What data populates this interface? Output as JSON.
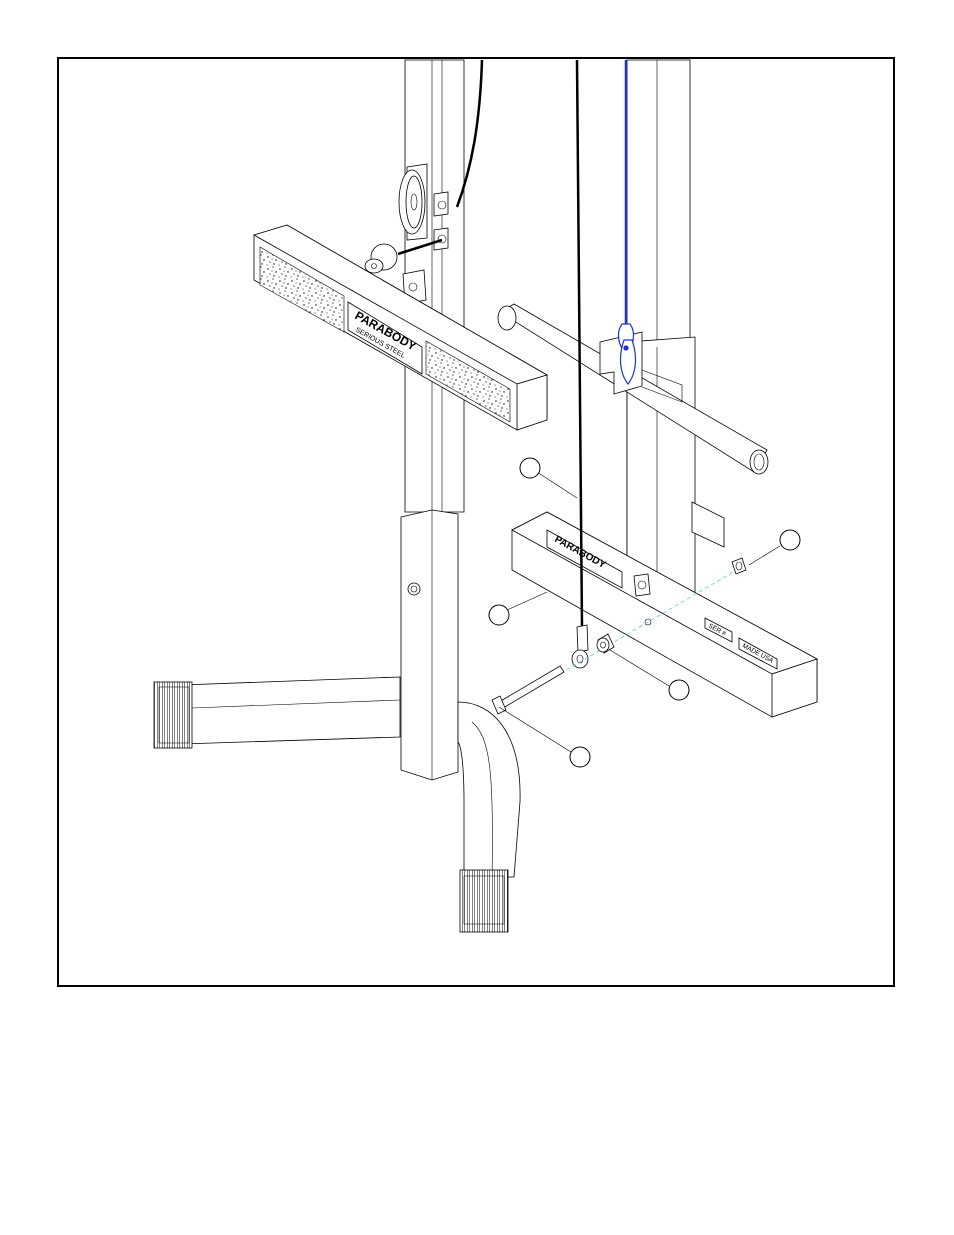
{
  "brand_label": "PARABODY",
  "decal_small_text": "SERIOUS STEEL",
  "serial_tag": "SER #",
  "origin_tag": "MADE USA",
  "colors": {
    "line": "#000000",
    "cable_highlight": "#1f2fe0",
    "center_line": "#66c8d8"
  },
  "callouts": [
    {
      "id": "callout-1",
      "number": ""
    },
    {
      "id": "callout-2",
      "number": ""
    },
    {
      "id": "callout-3",
      "number": ""
    },
    {
      "id": "callout-4",
      "number": ""
    },
    {
      "id": "callout-5",
      "number": ""
    }
  ]
}
